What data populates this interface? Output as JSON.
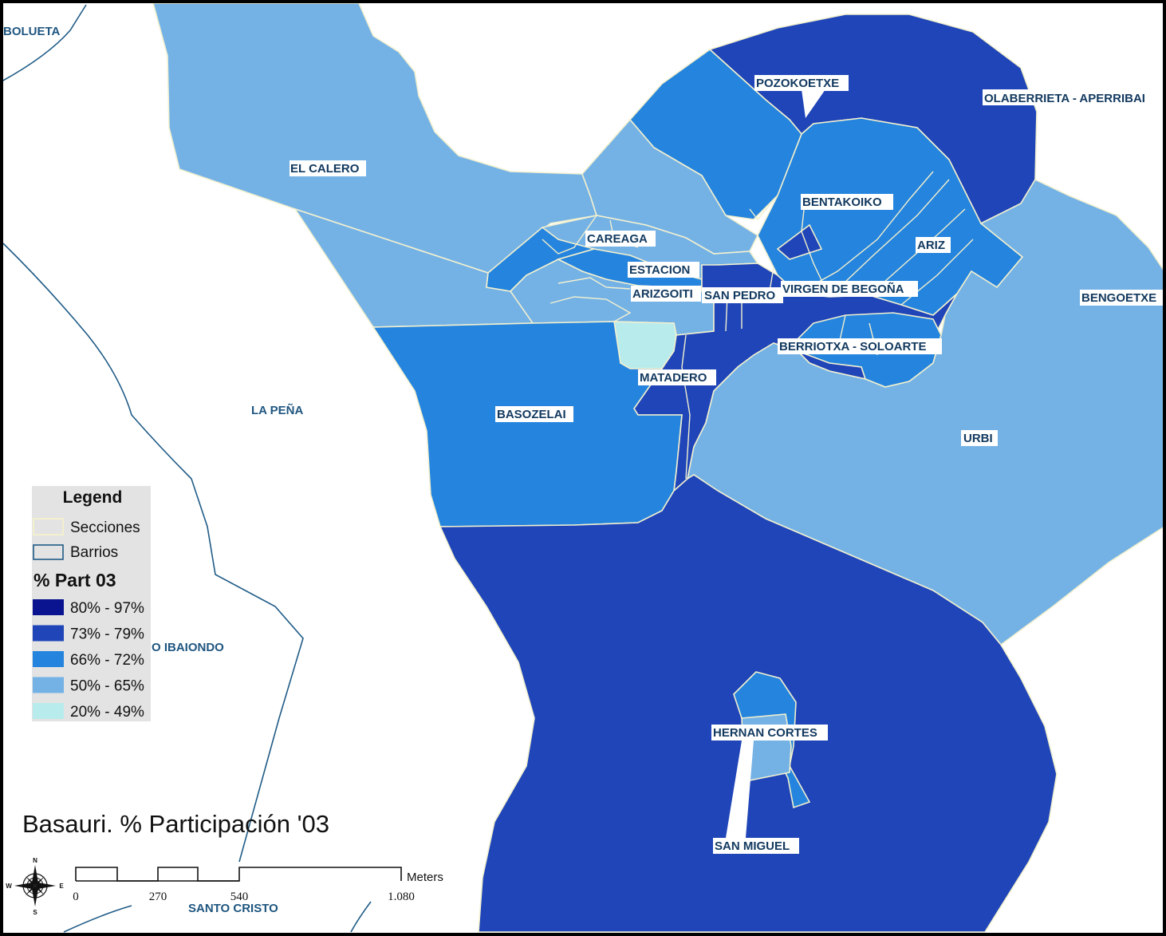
{
  "map": {
    "title": "Basauri. % Participación '03",
    "colors": {
      "c80_97": "#0a1490",
      "c73_79": "#1f45b8",
      "c66_72": "#2584dd",
      "c50_65": "#74b2e6",
      "c20_49": "#b8ecec",
      "section_outline": "#f2f0cf",
      "barrio_outline": "#1f5b86"
    },
    "labels": {
      "el_calero": "EL CALERO",
      "pozokoetxe": "POZOKOETXE",
      "olaberrieta": "OLABERRIETA - APERRIBAI",
      "bentakoiko": "BENTAKOIKO",
      "careaga": "CAREAGA",
      "ariz": "ARIZ",
      "estacion": "ESTACION",
      "arizgoiti": "ARIZGOITI",
      "san_pedro": "SAN PEDRO",
      "virgen_begona": "VIRGEN DE BEGOÑA",
      "bengoetxe": "BENGOETXE",
      "berriotxa": "BERRIOTXA - SOLOARTE",
      "matadero": "MATADERO",
      "basozelai": "BASOZELAI",
      "urbi": "URBI",
      "hernan_cortes": "HERNAN CORTES",
      "san_miguel": "SAN MIGUEL"
    },
    "outside_labels": {
      "bolueta": "BOLUETA",
      "la_pena": "LA PEÑA",
      "ibaiondo": "O IBAIONDO",
      "santo_cristo": "SANTO CRISTO"
    },
    "legend": {
      "title": "Legend",
      "secciones": "Secciones",
      "barrios": "Barrios",
      "field_title": "% Part 03",
      "classes": [
        {
          "label": "80% - 97%",
          "color": "#0a1490"
        },
        {
          "label": "73% - 79%",
          "color": "#1f45b8"
        },
        {
          "label": "66% - 72%",
          "color": "#2584dd"
        },
        {
          "label": "50% - 65%",
          "color": "#74b2e6"
        },
        {
          "label": "20% - 49%",
          "color": "#b8ecec"
        }
      ]
    },
    "scale_bar": {
      "units": "Meters",
      "ticks": [
        "0",
        "270",
        "540",
        "1.080"
      ]
    },
    "north_arrow": {
      "icon": "compass-rose-icon",
      "n": "N",
      "s": "S",
      "e": "E",
      "w": "W"
    }
  }
}
